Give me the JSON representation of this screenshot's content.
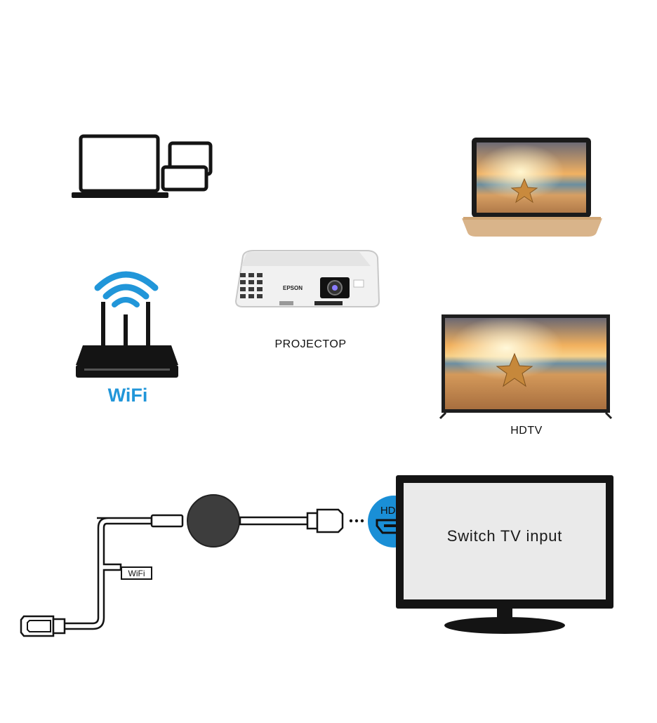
{
  "devices": {
    "projector_label": "PROJECTOP",
    "projector_brand": "EPSON",
    "hdtv_label": "HDTV",
    "wifi_label": "WiFi"
  },
  "connection": {
    "cable_tag": "WiFi",
    "hdmi_badge": "HDMI",
    "tv_message": "Switch TV input"
  },
  "colors": {
    "wifi_blue": "#2196d9",
    "hdmi_blue": "#1a8fd6",
    "device_black": "#141414",
    "laptop_gold": "#d9b48a"
  }
}
